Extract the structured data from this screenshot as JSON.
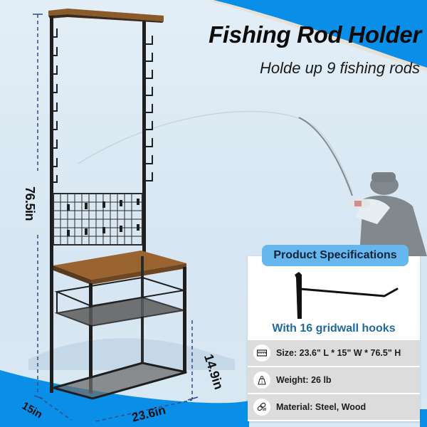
{
  "header": {
    "title": "Fishing Rod Holder",
    "subtitle": "Holde up 9 fishing rods"
  },
  "dimensions": {
    "height": "76.5in",
    "shelf_height": "14.9in",
    "depth": "15in",
    "width": "23.6in"
  },
  "specs": {
    "badge": "Product Specifications",
    "hook_caption": "With 16 gridwall hooks",
    "rows": [
      {
        "icon": "ruler-icon",
        "text": "Size: 23.6\" L * 15\" W * 76.5\" H"
      },
      {
        "icon": "weight-icon",
        "text": "Weight: 26 lb"
      },
      {
        "icon": "material-link-icon",
        "text": "Material: Steel, Wood"
      }
    ]
  },
  "colors": {
    "accent_blue": "#0a8fe8",
    "badge_blue": "#67b7ef",
    "caption_blue": "#1f6a9c",
    "wood": "#8a5a2b",
    "frame": "#1e1e1e"
  }
}
